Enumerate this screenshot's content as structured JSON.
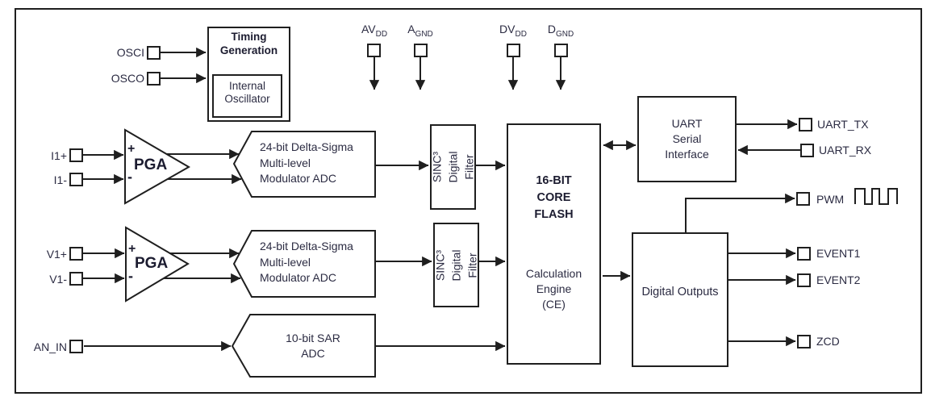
{
  "colors": {
    "line": "#1f1f1f",
    "text": "#2b2b42",
    "bold_text": "#1c1c30",
    "background": "#ffffff"
  },
  "pins": {
    "osci": "OSCI",
    "osco": "OSCO",
    "avdd": {
      "base": "AV",
      "sub": "DD"
    },
    "agnd": {
      "base": "A",
      "sub": "GND"
    },
    "dvdd": {
      "base": "DV",
      "sub": "DD"
    },
    "dgnd": {
      "base": "D",
      "sub": "GND"
    },
    "i1_plus": "I1+",
    "i1_minus": "I1-",
    "v1_plus": "V1+",
    "v1_minus": "V1-",
    "an_in": "AN_IN",
    "uart_tx": "UART_TX",
    "uart_rx": "UART_RX",
    "pwm": "PWM",
    "event1": "EVENT1",
    "event2": "EVENT2",
    "zcd": "ZCD"
  },
  "blocks": {
    "timing_generation": "Timing\nGeneration",
    "internal_oscillator": "Internal\nOscillator",
    "pga": "PGA",
    "pga_plus": "+",
    "pga_minus": "-",
    "adc_current": "24-bit Delta-Sigma\nMulti-level\nModulator ADC",
    "adc_voltage": "24-bit Delta-Sigma\nMulti-level\nModulator ADC",
    "sar_adc": "10-bit SAR\nADC",
    "sinc_filter": "SINC³\nDigital Filter",
    "core_flash": "16-BIT\nCORE\nFLASH",
    "calc_engine": "Calculation\nEngine\n(CE)",
    "uart": "UART\nSerial\nInterface",
    "digital_outputs": "Digital Outputs"
  }
}
